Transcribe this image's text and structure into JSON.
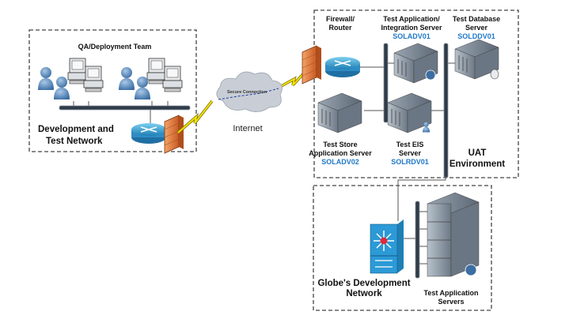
{
  "dev_network": {
    "team_label": "QA/Deployment Team",
    "network_label_line1": "Development and",
    "network_label_line2": "Test Network"
  },
  "internet": {
    "cloud_label": "Secure Connection",
    "label": "Internet"
  },
  "uat": {
    "firewall_line1": "Firewall/",
    "firewall_line2": "Router",
    "app_server_line1": "Test Application/",
    "app_server_line2": "Integration Server",
    "app_server_code": "SOLADV01",
    "db_server_line1": "Test Database",
    "db_server_line2": "Server",
    "db_server_code": "SOLDDV01",
    "store_server_line1": "Test Store",
    "store_server_line2": "Application Server",
    "store_server_code": "SOLADV02",
    "eis_server_line1": "Test EIS",
    "eis_server_line2": "Server",
    "eis_server_code": "SOLRDV01",
    "env_line1": "UAT",
    "env_line2": "Environment"
  },
  "globe": {
    "network_line1": "Globe's Development",
    "network_line2": "Network",
    "servers_line1": "Test Application",
    "servers_line2": "Servers"
  },
  "colors": {
    "code_blue": "#1f78c8",
    "firewall_orange": "#e07a3a",
    "router_blue": "#3a9fd0",
    "cloud_gray": "#c9ced6",
    "lightning_yellow": "#f2e200"
  }
}
